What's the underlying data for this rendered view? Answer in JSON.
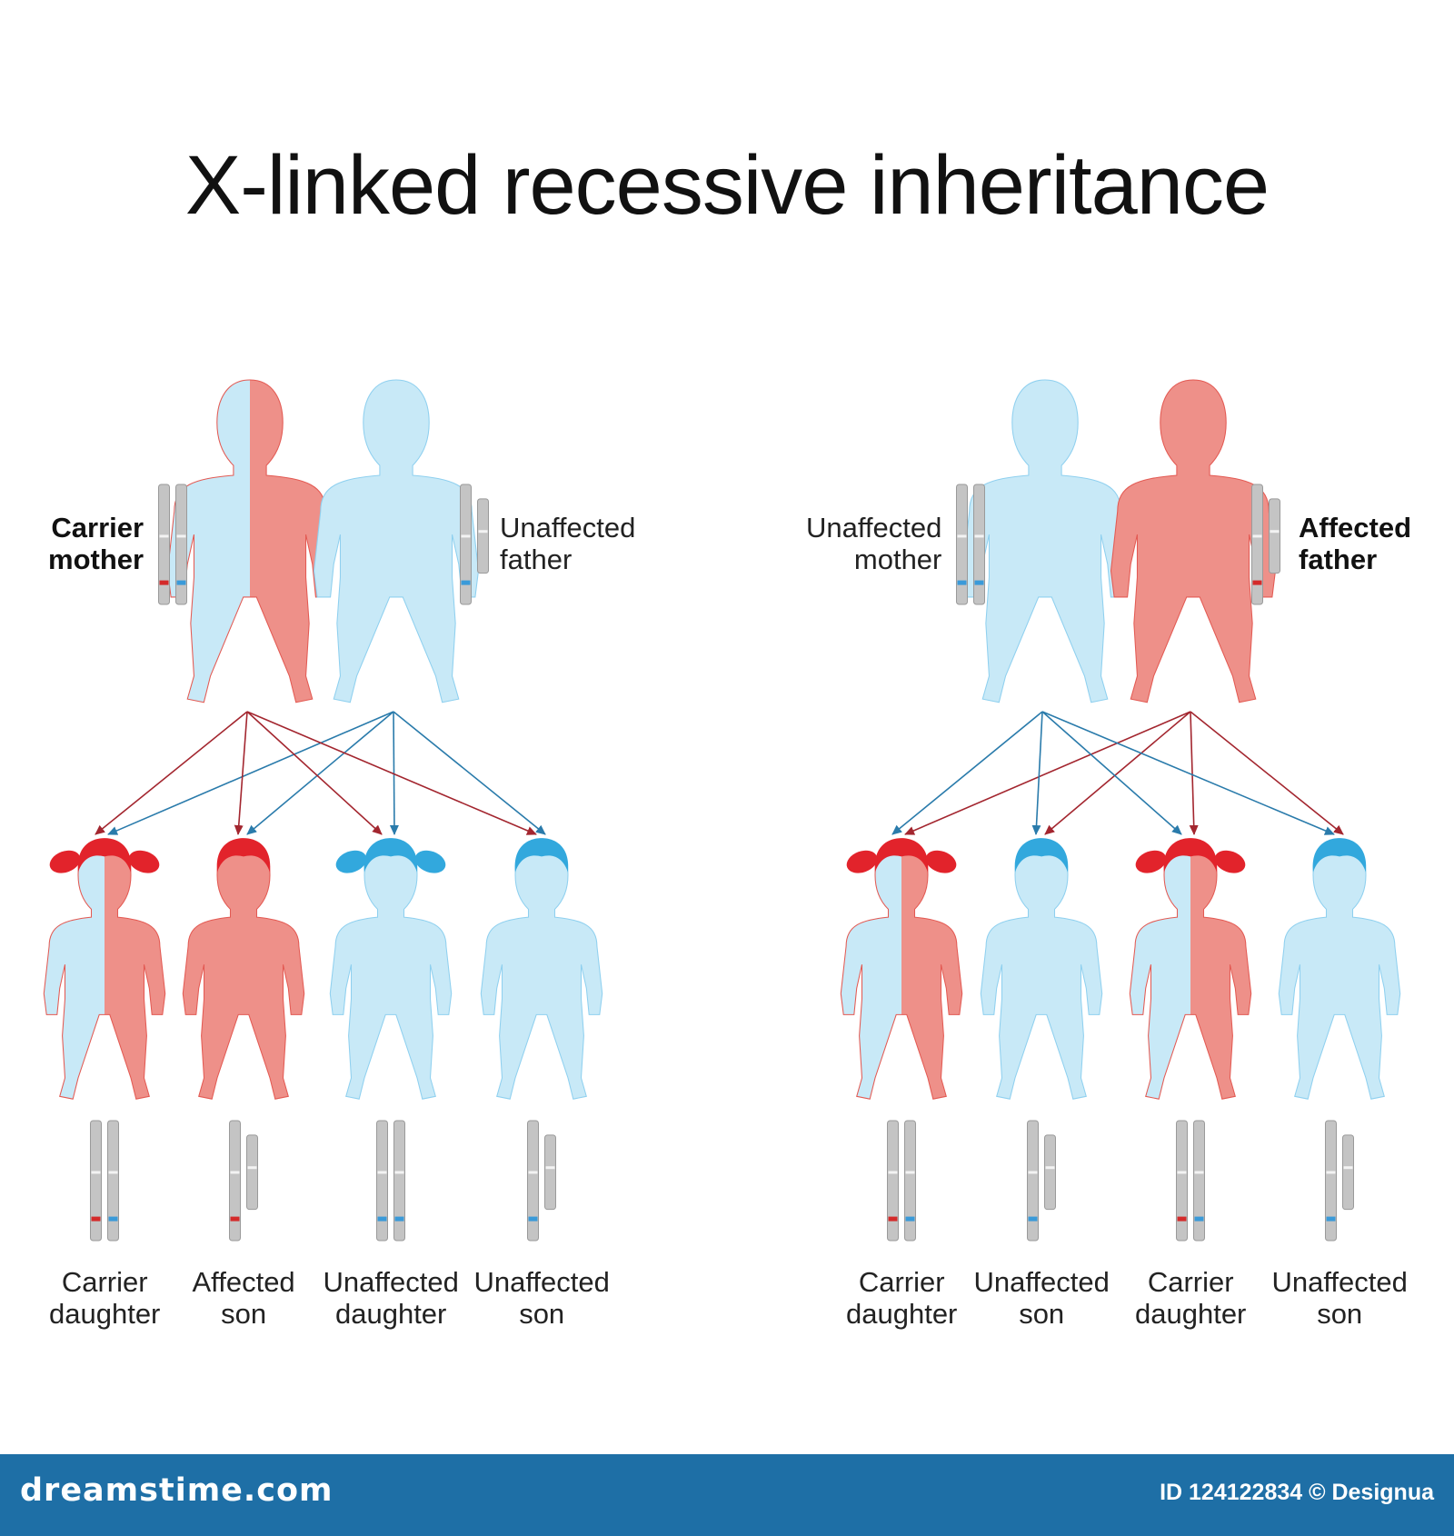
{
  "title": "X-linked recessive inheritance",
  "colors": {
    "affected": "#ee9089",
    "affected_stroke": "#e35a53",
    "unaffected": "#c8e9f7",
    "unaffected_stroke": "#8fd0ef",
    "hair_affected": "#e2232b",
    "hair_unaffected": "#32a8dd",
    "arrow_red": "#a3262f",
    "arrow_blue": "#2a7bab",
    "band_red": "#d42a2a",
    "band_blue": "#3a9ad9",
    "chromosome": "#c4c4c4",
    "footer": "#1e6fa6"
  },
  "left_panel": {
    "mother": {
      "label": [
        "Carrier",
        "mother"
      ],
      "status": "carrier",
      "bold": true
    },
    "father": {
      "label": [
        "Unaffected",
        "father"
      ],
      "status": "unaffected",
      "bold": false
    },
    "children": [
      {
        "label": [
          "Carrier",
          "daughter"
        ],
        "sex": "female",
        "status": "carrier"
      },
      {
        "label": [
          "Affected",
          "son"
        ],
        "sex": "male",
        "status": "affected"
      },
      {
        "label": [
          "Unaffected",
          "daughter"
        ],
        "sex": "female",
        "status": "unaffected"
      },
      {
        "label": [
          "Unaffected",
          "son"
        ],
        "sex": "male",
        "status": "unaffected"
      }
    ]
  },
  "right_panel": {
    "mother": {
      "label": [
        "Unaffected",
        "mother"
      ],
      "status": "unaffected",
      "bold": false
    },
    "father": {
      "label": [
        "Affected",
        "father"
      ],
      "status": "affected",
      "bold": true
    },
    "children": [
      {
        "label": [
          "Carrier",
          "daughter"
        ],
        "sex": "female",
        "status": "carrier"
      },
      {
        "label": [
          "Unaffected",
          "son"
        ],
        "sex": "male",
        "status": "unaffected"
      },
      {
        "label": [
          "Carrier",
          "daughter"
        ],
        "sex": "female",
        "status": "carrier"
      },
      {
        "label": [
          "Unaffected",
          "son"
        ],
        "sex": "male",
        "status": "unaffected"
      }
    ]
  },
  "footer": {
    "brand": "dreamstime.com",
    "image_id": "ID 124122834 © Designua"
  }
}
